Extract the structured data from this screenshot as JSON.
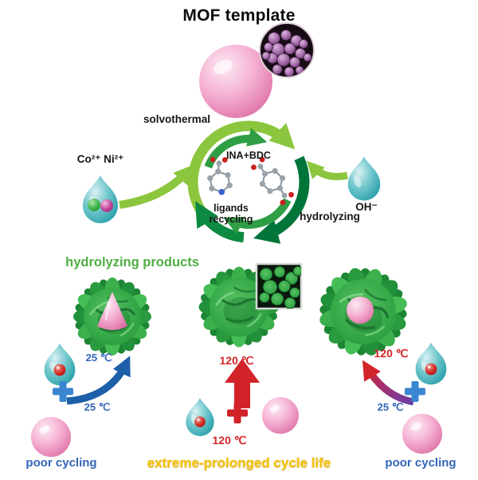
{
  "title": "MOF template",
  "cycle": {
    "solvothermal": "solvothermal",
    "ina_bdc": "INA+BDC",
    "ligands_recycling": "ligands recycling",
    "hydrolyzing": "hydrolyzing"
  },
  "reagents": {
    "metal_ions": "Co²⁺ Ni²⁺",
    "hydroxide": "OH⁻"
  },
  "products_label": "hydrolyzing products",
  "bottom_left": {
    "temp_droplet": "25 ℃",
    "temp_plus": "25 ℃",
    "caption": "poor cycling"
  },
  "bottom_middle": {
    "temp_top": "120 ℃",
    "temp_bottom": "120 ℃",
    "caption": "extreme-prolonged cycle life"
  },
  "bottom_right": {
    "temp_top": "120 ℃",
    "temp_plus": "25 ℃",
    "caption": "poor cycling"
  },
  "colors": {
    "arrow_green_light": "#8cc63e",
    "arrow_green_dark": "#00753a",
    "text_green": "#4fae43",
    "text_blue": "#3166b8",
    "text_red": "#d3232a",
    "text_yellow": "#f3c714",
    "droplet_teal": "#2fa3ad",
    "sphere_pink": "#ef9fc6",
    "particle_purple": "#a268a8",
    "product_green": "#35a847"
  }
}
